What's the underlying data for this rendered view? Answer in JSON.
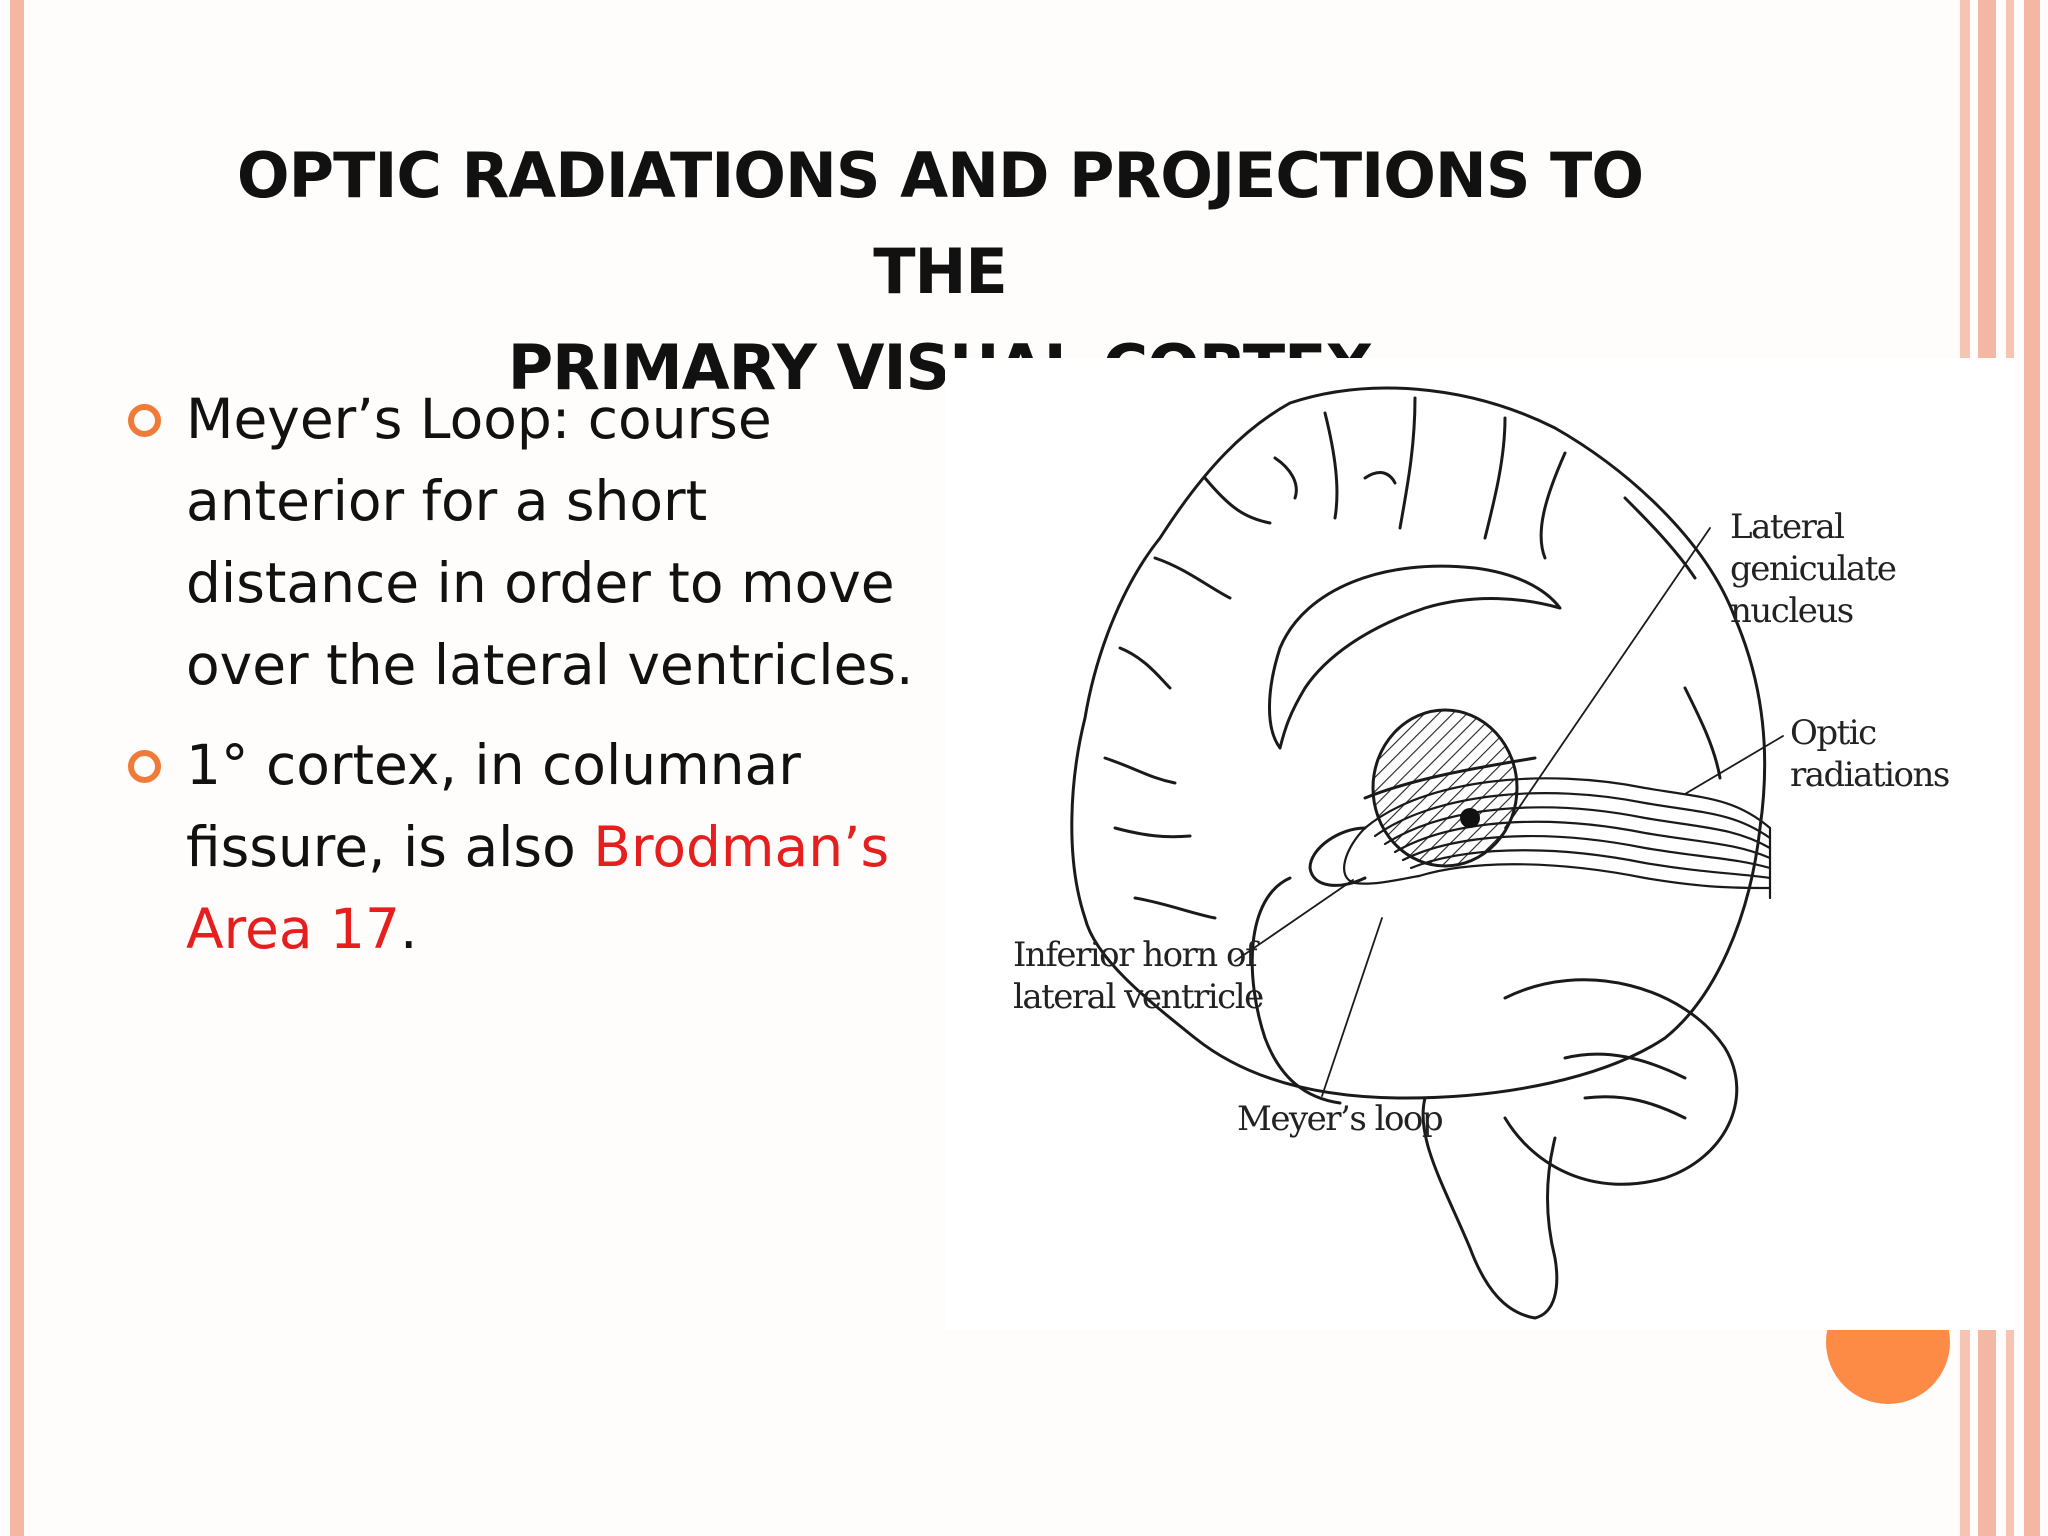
{
  "slide": {
    "title_lines": [
      "OPTIC RADIATIONS AND PROJECTIONS TO THE",
      "PRIMARY VISUAL CORTEX"
    ],
    "bullets": [
      {
        "text": "Meyer’s Loop: course anterior for a short distance in order to move over the lateral ventricles."
      },
      {
        "text_before": "1° cortex, in columnar fissure, is also ",
        "highlight": "Brodman’s Area 17",
        "text_after": "."
      }
    ]
  },
  "figure": {
    "labels": {
      "lgn_line1": "Lateral geniculate",
      "lgn_line2": "nucleus",
      "optic_radiations": "Optic radiations",
      "inferior_horn_line1": "Inferior  horn of",
      "inferior_horn_line2": "lateral ventricle",
      "meyers_loop": "Meyer’s loop"
    }
  },
  "colors": {
    "accent_orange": "#f07b38",
    "stripe_salmon": "#f4b7a3",
    "highlight_red": "#e51e1e"
  }
}
